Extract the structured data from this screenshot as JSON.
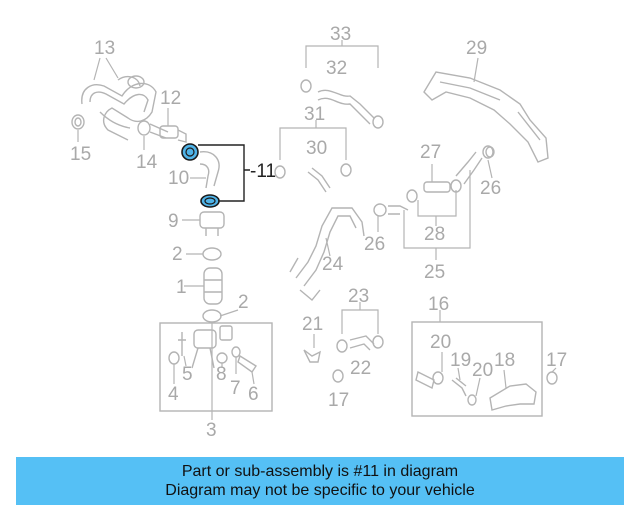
{
  "labels": {
    "l1": "1",
    "l2a": "2",
    "l2b": "2",
    "l3": "3",
    "l4": "4",
    "l5": "5",
    "l6": "6",
    "l7": "7",
    "l8": "8",
    "l9": "9",
    "l10": "10",
    "l11": "11",
    "l12": "12",
    "l13": "13",
    "l14": "14",
    "l15": "15",
    "l16": "16",
    "l17a": "17",
    "l17b": "17",
    "l18": "18",
    "l19": "19",
    "l20a": "20",
    "l20b": "20",
    "l21": "21",
    "l22": "22",
    "l23": "23",
    "l24": "24",
    "l25": "25",
    "l26a": "26",
    "l26b": "26",
    "l27": "27",
    "l28": "28",
    "l29": "29",
    "l30": "30",
    "l31": "31",
    "l32": "32",
    "l33": "33"
  },
  "highlight_dash": "-",
  "banner": {
    "line1": "Part or sub-assembly is #11 in diagram",
    "line2": "Diagram may not be specific to your vehicle"
  },
  "colors": {
    "banner_bg": "#55c0f5",
    "highlight_part": "#4fb3e8",
    "diagram_gray": "#a9a9a9"
  }
}
